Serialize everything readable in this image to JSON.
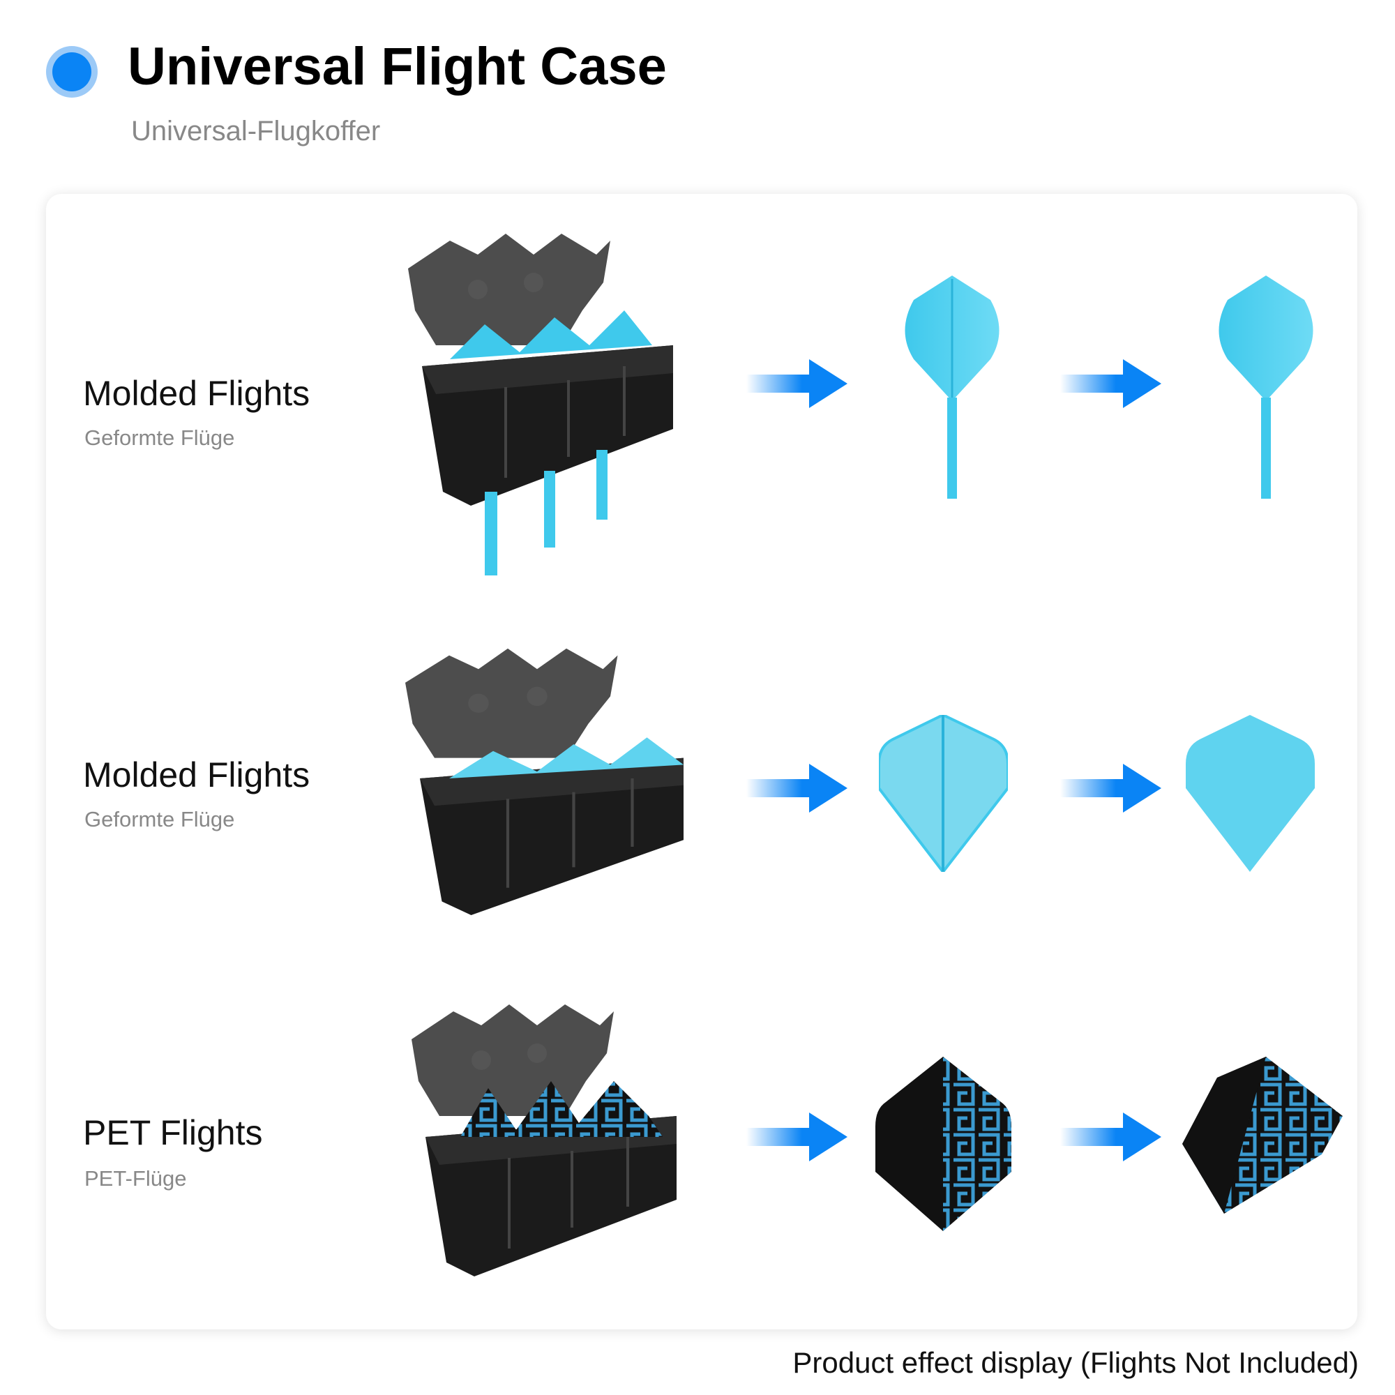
{
  "header": {
    "title": "Universal Flight Case",
    "subtitle": "Universal-Flugkoffer",
    "accent_color": "#0a84f5"
  },
  "rows": [
    {
      "label": "Molded Flights",
      "sublabel": "Geformte Flüge",
      "flight_type": "molded-with-shaft"
    },
    {
      "label": "Molded Flights",
      "sublabel": "Geformte Flüge",
      "flight_type": "molded-standard"
    },
    {
      "label": "PET Flights",
      "sublabel": "PET-Flüge",
      "flight_type": "pet-printed"
    }
  ],
  "footer": {
    "note": "Product effect display (Flights Not Included)"
  }
}
